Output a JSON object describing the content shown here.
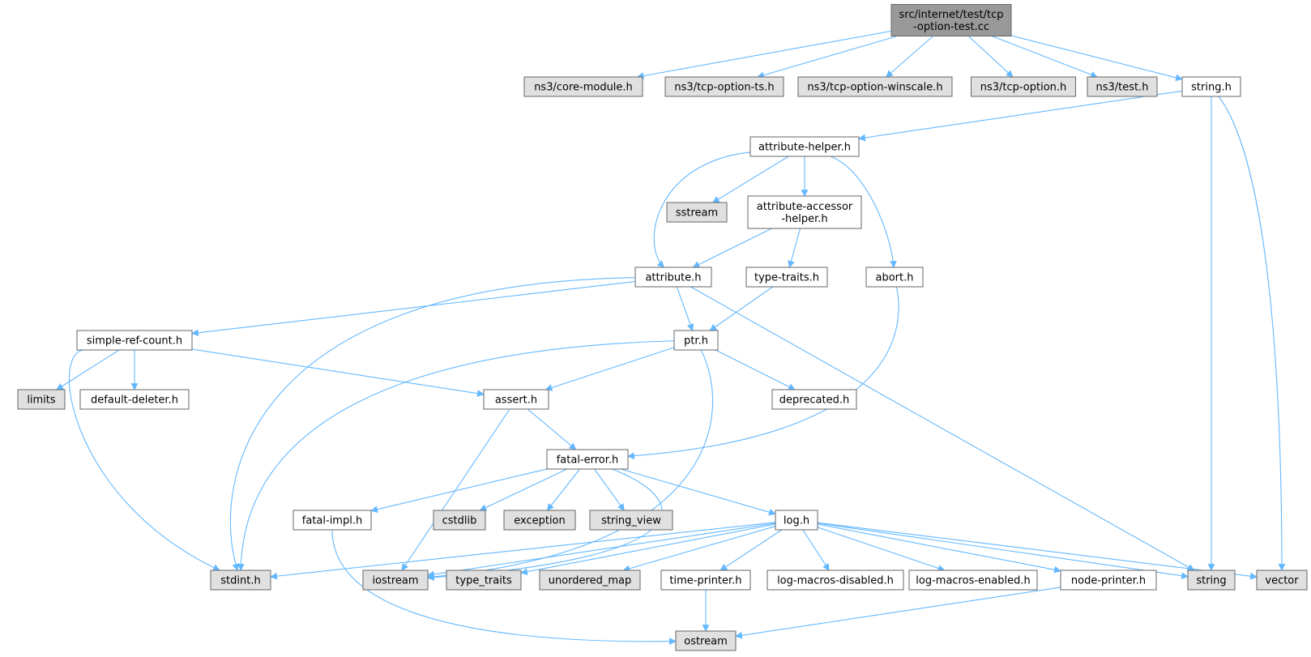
{
  "style": {
    "edge_color": "#63b8ff",
    "node_border": "#666666",
    "node_fill": "#ffffff",
    "external_fill": "#e0e0e0",
    "root_fill": "#999999"
  },
  "nodes": [
    {
      "id": "root",
      "lines": [
        "src/internet/test/tcp",
        "-option-test.cc"
      ],
      "kind": "root"
    },
    {
      "id": "core_module",
      "lines": [
        "ns3/core-module.h"
      ],
      "kind": "external"
    },
    {
      "id": "tcp_option_ts",
      "lines": [
        "ns3/tcp-option-ts.h"
      ],
      "kind": "external"
    },
    {
      "id": "tcp_option_winscale",
      "lines": [
        "ns3/tcp-option-winscale.h"
      ],
      "kind": "external"
    },
    {
      "id": "tcp_option",
      "lines": [
        "ns3/tcp-option.h"
      ],
      "kind": "external"
    },
    {
      "id": "ns3_test",
      "lines": [
        "ns3/test.h"
      ],
      "kind": "external"
    },
    {
      "id": "string_h",
      "lines": [
        "string.h"
      ],
      "kind": "file"
    },
    {
      "id": "attribute_helper",
      "lines": [
        "attribute-helper.h"
      ],
      "kind": "file"
    },
    {
      "id": "sstream",
      "lines": [
        "sstream"
      ],
      "kind": "external"
    },
    {
      "id": "attribute_accessor_helper",
      "lines": [
        "attribute-accessor",
        "-helper.h"
      ],
      "kind": "file"
    },
    {
      "id": "attribute_h",
      "lines": [
        "attribute.h"
      ],
      "kind": "file"
    },
    {
      "id": "type_traits_h",
      "lines": [
        "type-traits.h"
      ],
      "kind": "file"
    },
    {
      "id": "abort_h",
      "lines": [
        "abort.h"
      ],
      "kind": "file"
    },
    {
      "id": "simple_ref_count",
      "lines": [
        "simple-ref-count.h"
      ],
      "kind": "file"
    },
    {
      "id": "ptr_h",
      "lines": [
        "ptr.h"
      ],
      "kind": "file"
    },
    {
      "id": "limits",
      "lines": [
        "limits"
      ],
      "kind": "external"
    },
    {
      "id": "default_deleter",
      "lines": [
        "default-deleter.h"
      ],
      "kind": "file"
    },
    {
      "id": "assert_h",
      "lines": [
        "assert.h"
      ],
      "kind": "file"
    },
    {
      "id": "deprecated_h",
      "lines": [
        "deprecated.h"
      ],
      "kind": "file"
    },
    {
      "id": "fatal_error",
      "lines": [
        "fatal-error.h"
      ],
      "kind": "file"
    },
    {
      "id": "fatal_impl",
      "lines": [
        "fatal-impl.h"
      ],
      "kind": "file"
    },
    {
      "id": "cstdlib",
      "lines": [
        "cstdlib"
      ],
      "kind": "external"
    },
    {
      "id": "exception",
      "lines": [
        "exception"
      ],
      "kind": "external"
    },
    {
      "id": "string_view",
      "lines": [
        "string_view"
      ],
      "kind": "external"
    },
    {
      "id": "log_h",
      "lines": [
        "log.h"
      ],
      "kind": "file"
    },
    {
      "id": "stdint_h",
      "lines": [
        "stdint.h"
      ],
      "kind": "external"
    },
    {
      "id": "iostream",
      "lines": [
        "iostream"
      ],
      "kind": "external"
    },
    {
      "id": "type_traits",
      "lines": [
        "type_traits"
      ],
      "kind": "external"
    },
    {
      "id": "unordered_map",
      "lines": [
        "unordered_map"
      ],
      "kind": "external"
    },
    {
      "id": "time_printer",
      "lines": [
        "time-printer.h"
      ],
      "kind": "file"
    },
    {
      "id": "log_macros_disabled",
      "lines": [
        "log-macros-disabled.h"
      ],
      "kind": "file"
    },
    {
      "id": "log_macros_enabled",
      "lines": [
        "log-macros-enabled.h"
      ],
      "kind": "file"
    },
    {
      "id": "node_printer",
      "lines": [
        "node-printer.h"
      ],
      "kind": "file"
    },
    {
      "id": "string",
      "lines": [
        "string"
      ],
      "kind": "external"
    },
    {
      "id": "vector",
      "lines": [
        "vector"
      ],
      "kind": "external"
    },
    {
      "id": "ostream",
      "lines": [
        "ostream"
      ],
      "kind": "external"
    }
  ],
  "edges": [
    [
      "root",
      "core_module"
    ],
    [
      "root",
      "tcp_option_ts"
    ],
    [
      "root",
      "tcp_option_winscale"
    ],
    [
      "root",
      "tcp_option"
    ],
    [
      "root",
      "ns3_test"
    ],
    [
      "root",
      "string_h"
    ],
    [
      "string_h",
      "attribute_helper"
    ],
    [
      "string_h",
      "string"
    ],
    [
      "string_h",
      "vector"
    ],
    [
      "attribute_helper",
      "attribute_h"
    ],
    [
      "attribute_helper",
      "sstream"
    ],
    [
      "attribute_helper",
      "attribute_accessor_helper"
    ],
    [
      "attribute_helper",
      "abort_h"
    ],
    [
      "attribute_accessor_helper",
      "attribute_h"
    ],
    [
      "attribute_accessor_helper",
      "type_traits_h"
    ],
    [
      "attribute_h",
      "simple_ref_count"
    ],
    [
      "attribute_h",
      "ptr_h"
    ],
    [
      "attribute_h",
      "stdint_h"
    ],
    [
      "attribute_h",
      "string"
    ],
    [
      "type_traits_h",
      "ptr_h"
    ],
    [
      "abort_h",
      "fatal_error"
    ],
    [
      "simple_ref_count",
      "limits"
    ],
    [
      "simple_ref_count",
      "default_deleter"
    ],
    [
      "simple_ref_count",
      "assert_h"
    ],
    [
      "simple_ref_count",
      "stdint_h"
    ],
    [
      "ptr_h",
      "assert_h"
    ],
    [
      "ptr_h",
      "deprecated_h"
    ],
    [
      "ptr_h",
      "stdint_h"
    ],
    [
      "ptr_h",
      "iostream"
    ],
    [
      "assert_h",
      "fatal_error"
    ],
    [
      "assert_h",
      "iostream"
    ],
    [
      "fatal_error",
      "fatal_impl"
    ],
    [
      "fatal_error",
      "cstdlib"
    ],
    [
      "fatal_error",
      "exception"
    ],
    [
      "fatal_error",
      "string_view"
    ],
    [
      "fatal_error",
      "log_h"
    ],
    [
      "fatal_error",
      "iostream"
    ],
    [
      "fatal_impl",
      "ostream"
    ],
    [
      "log_h",
      "stdint_h"
    ],
    [
      "log_h",
      "iostream"
    ],
    [
      "log_h",
      "type_traits"
    ],
    [
      "log_h",
      "unordered_map"
    ],
    [
      "log_h",
      "time_printer"
    ],
    [
      "log_h",
      "log_macros_disabled"
    ],
    [
      "log_h",
      "log_macros_enabled"
    ],
    [
      "log_h",
      "node_printer"
    ],
    [
      "log_h",
      "string"
    ],
    [
      "log_h",
      "vector"
    ],
    [
      "time_printer",
      "ostream"
    ],
    [
      "node_printer",
      "ostream"
    ]
  ]
}
